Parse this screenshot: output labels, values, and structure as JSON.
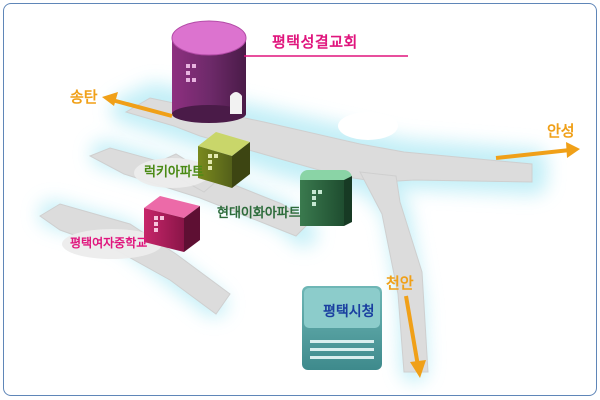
{
  "map": {
    "places": {
      "church": "평택성결교회",
      "lucky_apt": "럭키아파트",
      "hyundai_apt": "현대이화아파트",
      "girls_school": "평택여자중학교",
      "city_hall": "평택시청"
    },
    "directions": {
      "songtan": "송탄",
      "anseong": "안성",
      "cheonan": "천안"
    },
    "colors": {
      "road": "#dcdcdc",
      "road_glow": "#b9ecf6",
      "church": "#d35fb8",
      "lucky_apt": "#9aa635",
      "hyundai_apt": "#3f8e5a",
      "girls_school": "#d8397a",
      "city_hall": "#5fa6a6",
      "direction_arrow": "#f0a018",
      "label_pink": "#e0157d"
    }
  }
}
